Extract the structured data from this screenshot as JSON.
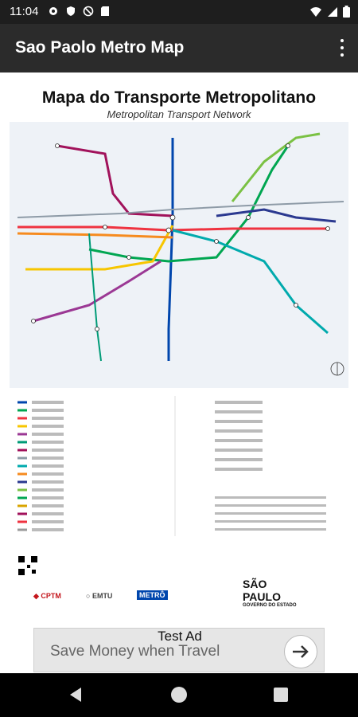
{
  "status_bar": {
    "time": "11:04",
    "left_icons": [
      "gear-icon",
      "shield-icon",
      "no-tracking-icon",
      "sd-card-icon"
    ],
    "right_icons": [
      "wifi-icon",
      "signal-icon",
      "battery-icon"
    ]
  },
  "app_bar": {
    "title": "Sao Paolo Metro Map",
    "overflow_icon": "more-vert-icon"
  },
  "map": {
    "title": "Mapa do Transporte Metropolitano",
    "subtitle": "Metropolitan Transport Network",
    "line_colors": [
      "#0046ad",
      "#00a651",
      "#ef3340",
      "#f7c600",
      "#9b3894",
      "#009b77",
      "#a1125b",
      "#00aaad",
      "#f68b1f",
      "#8e9ba7",
      "#2b3990"
    ]
  },
  "footer": {
    "brand_left": [
      "CPTM",
      "EMTU",
      "METRÔ"
    ],
    "state_logo_line1": "SÃO PAULO",
    "state_logo_line2": "GOVERNO DO ESTADO"
  },
  "ad": {
    "label": "Test Ad",
    "text": "Save Money when Travel"
  },
  "nav_bar": {
    "back": "back-icon",
    "home": "home-icon",
    "recents": "recents-icon"
  }
}
